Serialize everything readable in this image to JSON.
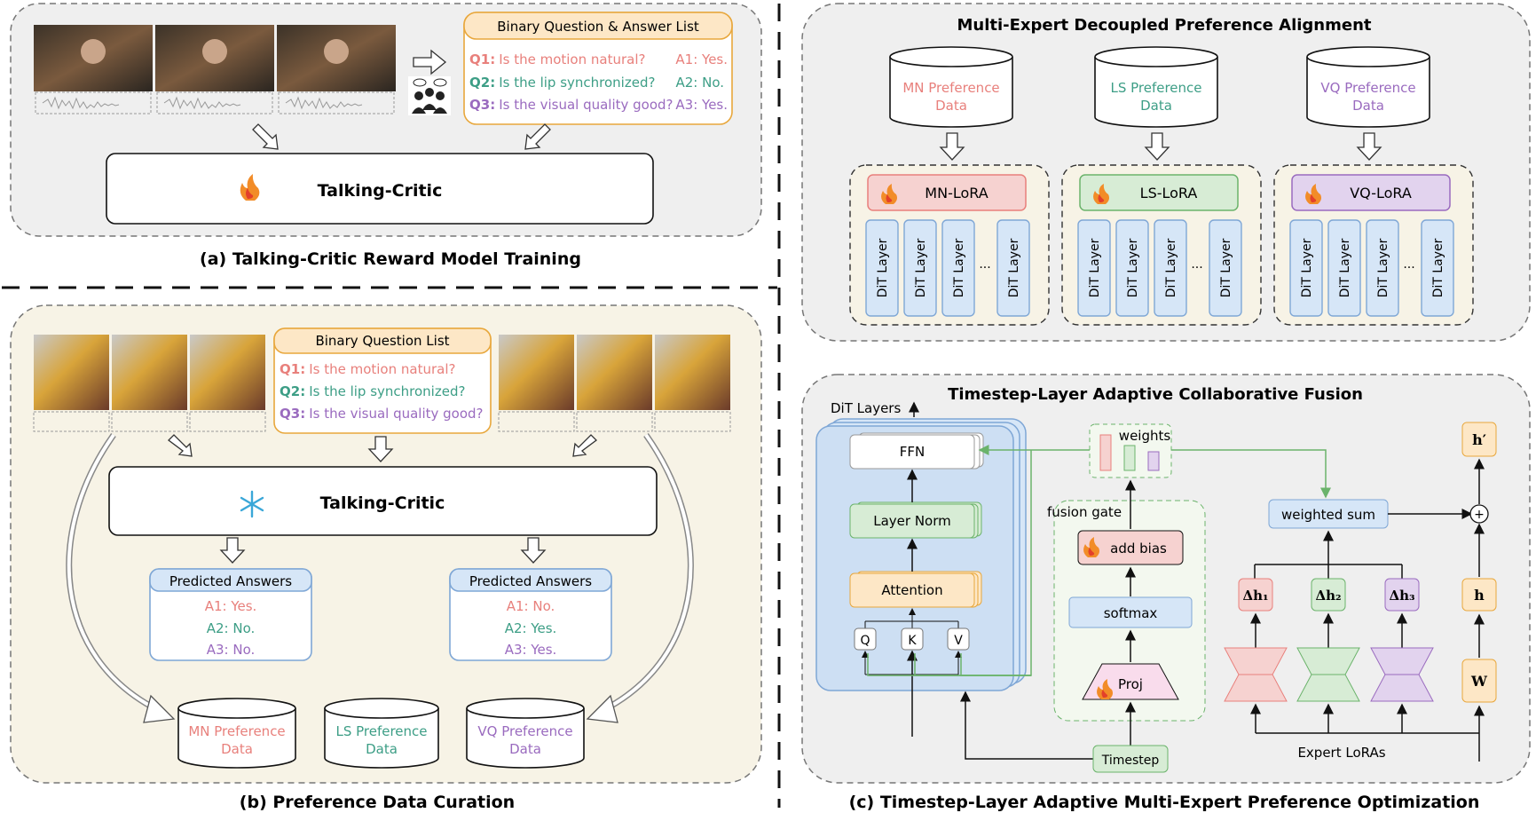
{
  "colors": {
    "mn": "#e8807c",
    "ls": "#3d9e86",
    "vq": "#9a6bbf",
    "panel_gray": "#efefef",
    "panel_cream": "#f7f3e6",
    "blue_fill": "#d6e6f7",
    "blue_stroke": "#7fa7d6",
    "orange_fill": "#fde7c6",
    "orange_stroke": "#e8a73c",
    "green_fill": "#d7ecd5",
    "green_stroke": "#6bb36b",
    "pink_fill": "#f6d2d0",
    "purple_fill": "#e2d3ee"
  },
  "icons": [
    "video-frames",
    "audio-waveform",
    "people-discussion-icon",
    "fire-icon",
    "snowflake-icon"
  ],
  "panel_a": {
    "caption": "(a) Talking-Critic Reward Model Training",
    "qa_title": "Binary Question & Answer List",
    "questions": [
      {
        "q": "Q1:",
        "text": "Is the motion natural?",
        "a": "A1: Yes."
      },
      {
        "q": "Q2:",
        "text": "Is the lip synchronized?",
        "a": "A2: No."
      },
      {
        "q": "Q3:",
        "text": "Is the visual quality good?",
        "a": "A3: Yes."
      }
    ],
    "critic": "Talking-Critic"
  },
  "panel_b": {
    "caption": "(b) Preference Data Curation",
    "ql_title": "Binary Question List",
    "questions": [
      {
        "q": "Q1:",
        "text": "Is the motion natural?"
      },
      {
        "q": "Q2:",
        "text": "Is the lip synchronized?"
      },
      {
        "q": "Q3:",
        "text": "Is the visual quality good?"
      }
    ],
    "critic": "Talking-Critic",
    "pred_title": "Predicted Answers",
    "pred_left": [
      "A1: Yes.",
      "A2: No.",
      "A3: No."
    ],
    "pred_right": [
      "A1: No.",
      "A2: Yes.",
      "A3: Yes."
    ],
    "dbs": [
      {
        "l1": "MN Preference",
        "l2": "Data"
      },
      {
        "l1": "LS Preference",
        "l2": "Data"
      },
      {
        "l1": "VQ Preference",
        "l2": "Data"
      }
    ]
  },
  "panel_top_right": {
    "title": "Multi-Expert Decoupled Preference Alignment",
    "dbs": [
      {
        "l1": "MN Preference",
        "l2": "Data"
      },
      {
        "l1": "LS Preference",
        "l2": "Data"
      },
      {
        "l1": "VQ Preference",
        "l2": "Data"
      }
    ],
    "loras": [
      "MN-LoRA",
      "LS-LoRA",
      "VQ-LoRA"
    ],
    "dit_layer": "DiT Layer",
    "ellipsis": "..."
  },
  "panel_c": {
    "title": "Timestep-Layer Adaptive Collaborative Fusion",
    "caption": "(c) Timestep-Layer Adaptive Multi-Expert Preference Optimization",
    "dit_layers": "DiT Layers",
    "ffn": "FFN",
    "layer_norm": "Layer Norm",
    "attention": "Attention",
    "q": "Q",
    "k": "K",
    "v": "V",
    "weights": "weights",
    "fusion_gate": "fusion gate",
    "add_bias": "add bias",
    "softmax": "softmax",
    "proj": "Proj",
    "timestep": "Timestep",
    "weighted_sum": "weighted sum",
    "dh1": "Δh₁",
    "dh2": "Δh₂",
    "dh3": "Δh₃",
    "h_prime": "h′",
    "h": "h",
    "w": "W",
    "plus": "+",
    "expert_loras": "Expert LoRAs"
  }
}
